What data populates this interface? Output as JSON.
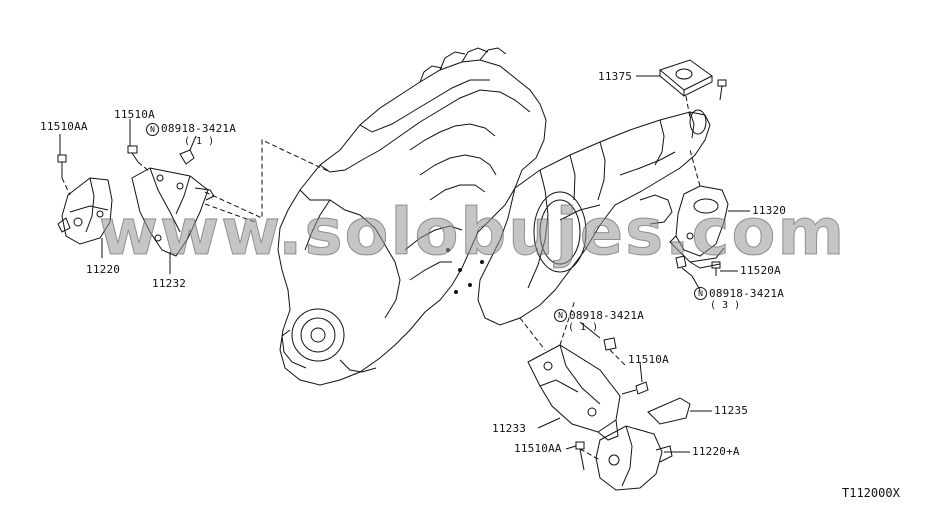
{
  "watermark": "www.solobujes.com",
  "drawing_code": "T112000X",
  "n_mark": "N",
  "labels": {
    "p11510AA_top": "11510AA",
    "p11510A_top": "11510A",
    "p08918_top": "08918-3421A",
    "p08918_top_qty": "( 1 )",
    "p11220": "11220",
    "p11232": "11232",
    "p11375": "11375",
    "p11320": "11320",
    "p11520A": "11520A",
    "p08918_right": "08918-3421A",
    "p08918_right_qty": "( 3 )",
    "p08918_mid": "08918-3421A",
    "p08918_mid_qty": "( 1 )",
    "p11510A_mid": "11510A",
    "p11235": "11235",
    "p11233": "11233",
    "p11510AA_bottom": "11510AA",
    "p11220A": "11220+A"
  },
  "colors": {
    "line": "#111111",
    "watermark": "#969696"
  }
}
